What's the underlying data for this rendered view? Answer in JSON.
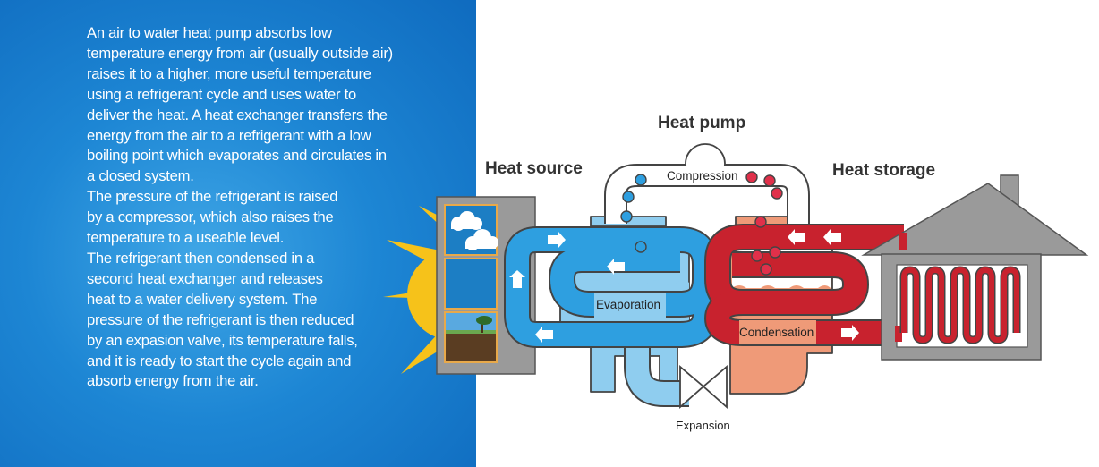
{
  "description_lines": [
    "An air to water heat pump absorbs low",
    "temperature energy from air (usually outside air)",
    "raises it to a higher, more useful temperature",
    "using a refrigerant cycle and uses water to",
    "deliver the heat. A heat exchanger transfers the",
    "energy from the air to a refrigerant with a low",
    "boiling point which evaporates and circulates in",
    "a closed system.",
    "The pressure of the refrigerant is raised",
    "by a compressor, which also raises the",
    "temperature to a useable level.",
    "The refrigerant then condensed in a",
    "second heat exchanger and releases",
    "heat to a water delivery system. The",
    "pressure of the refrigerant is then reduced",
    "by an expasion valve, its temperature falls,",
    "and it is ready to start the cycle again and",
    "absorb energy from the air."
  ],
  "diagram": {
    "heading_heat_source": "Heat source",
    "heading_heat_pump": "Heat pump",
    "heading_heat_storage": "Heat storage",
    "label_compression": "Compression",
    "label_evaporation": "Evaporation",
    "label_condensation": "Condensation",
    "label_expansion": "Expansion"
  },
  "colors": {
    "panel_blue": "#1d86d4",
    "cold_pipe": "#2e9fe0",
    "light_blue": "#8fcdef",
    "hot_pipe": "#c8222e",
    "condensation_fill": "#ef9a78",
    "house_gray": "#9a9a9a",
    "sun_yellow": "#f6c21a"
  }
}
